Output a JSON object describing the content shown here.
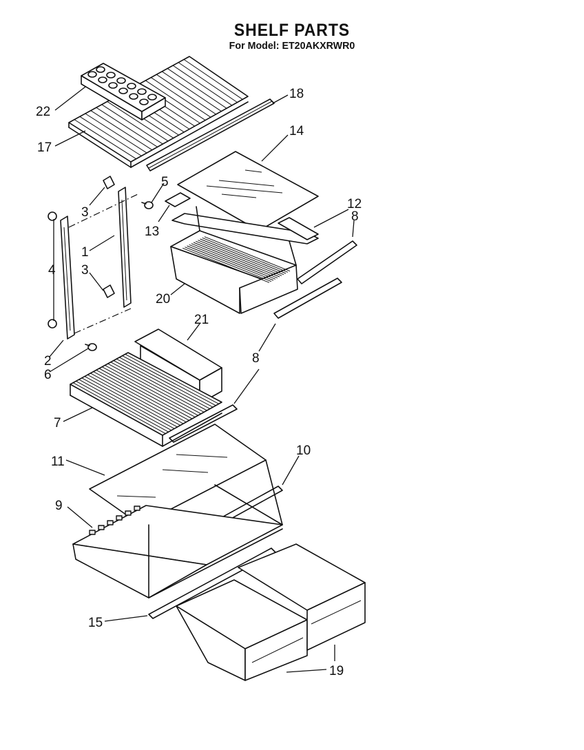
{
  "header": {
    "title": "SHELF PARTS",
    "subtitle": "For Model: ET20AKXRWR0"
  },
  "callouts": {
    "p22": "22",
    "p17": "17",
    "p18": "18",
    "p14": "14",
    "p5": "5",
    "p13": "13",
    "p12": "12",
    "p8a": "8",
    "p3a": "3",
    "p1": "1",
    "p4": "4",
    "p3b": "3",
    "p20": "20",
    "p2": "2",
    "p6": "6",
    "p21": "21",
    "p8b": "8",
    "p7": "7",
    "p11": "11",
    "p10": "10",
    "p9": "9",
    "p15": "15",
    "p19": "19"
  }
}
